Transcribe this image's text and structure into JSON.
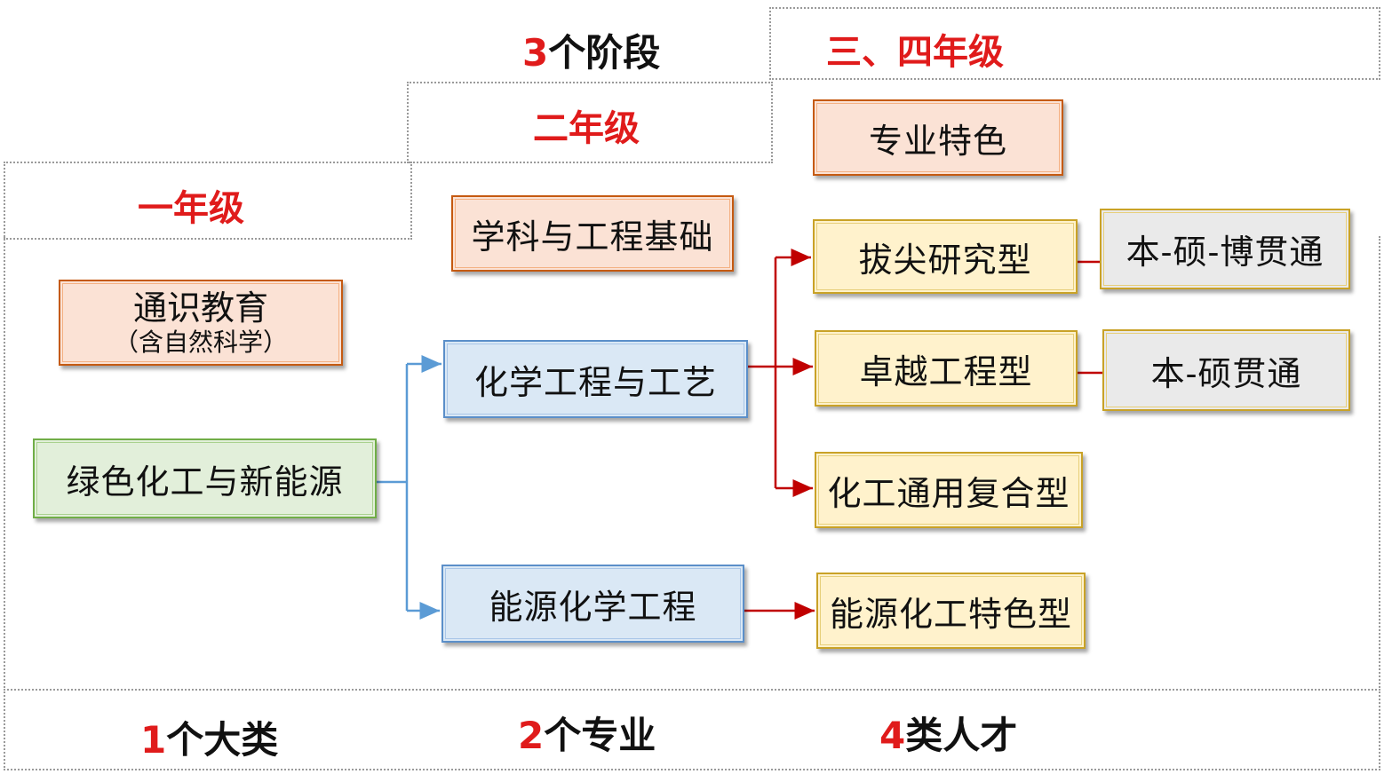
{
  "stages": {
    "title_num": "3",
    "title_text": "个阶段",
    "year1": "一年级",
    "year2": "二年级",
    "year34": "三、四年级"
  },
  "boxes": {
    "general_edu": "通识教育",
    "general_edu_sub": "（含自然科学）",
    "discipline": "学科与工程基础",
    "specialty": "专业特色",
    "category": "绿色化工与新能源",
    "major1": "化学工程与工艺",
    "major2": "能源化学工程",
    "talent1": "拔尖研究型",
    "talent2": "卓越工程型",
    "talent3": "化工通用复合型",
    "talent4": "能源化工特色型",
    "path1": "本-硕-博贯通",
    "path2": "本-硕贯通"
  },
  "bottom": {
    "c1_num": "1",
    "c1_text": "个大类",
    "c2_num": "2",
    "c2_text": "个专业",
    "c3_num": "4",
    "c3_text": "类人才"
  },
  "colors": {
    "accent_red": "#e01b1b",
    "arrow_blue": "#5b9bd5",
    "arrow_red": "#c00000"
  }
}
